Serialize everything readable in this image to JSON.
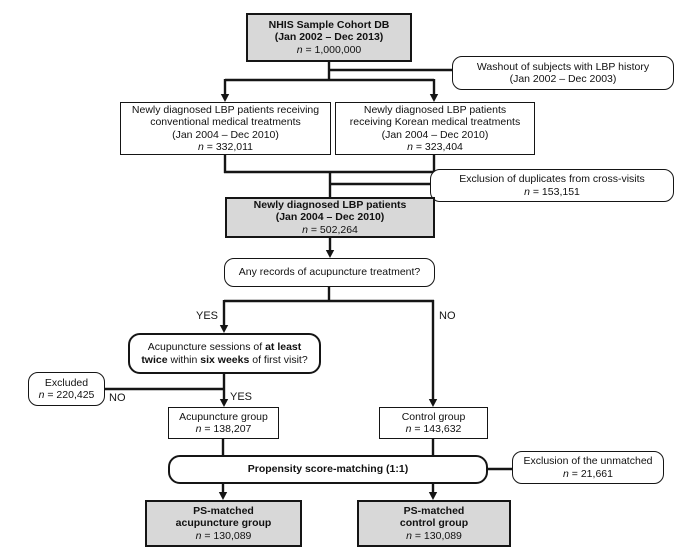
{
  "flow": {
    "n_symbol": "n",
    "labels": {
      "yes_top": "YES",
      "no_top": "NO",
      "yes_mid": "YES",
      "no_mid": "NO"
    },
    "colors": {
      "gray_fill": "#d8d8d8",
      "border": "#151515",
      "line": "#151515"
    },
    "boxes": {
      "nhis": {
        "l1": "NHIS Sample Cohort DB",
        "l2": "(Jan 2002 – Dec 2013)",
        "n": "= 1,000,000"
      },
      "washout": {
        "l1": "Washout of subjects with LBP history",
        "l2": "(Jan 2002 – Dec 2003)"
      },
      "conventional": {
        "l1": "Newly diagnosed LBP patients receiving",
        "l2": "conventional medical treatments",
        "l3": "(Jan 2004 – Dec 2010)",
        "n": "= 332,011"
      },
      "korean": {
        "l1": "Newly diagnosed LBP patients",
        "l2": "receiving Korean medical treatments",
        "l3": "(Jan 2004 – Dec 2010)",
        "n": "= 323,404"
      },
      "duplicates": {
        "l1": "Exclusion of duplicates from cross-visits",
        "n": "= 153,151"
      },
      "newly_lbp": {
        "l1": "Newly diagnosed LBP patients",
        "l2": "(Jan 2004 – Dec 2010)",
        "n": "= 502,264"
      },
      "any_records": {
        "l1": "Any records of acupuncture treatment?"
      },
      "sessions": {
        "a": "Acupuncture sessions of",
        "b": "at least",
        "c": "twice",
        "d": "within",
        "e": "six weeks",
        "f": "of first visit?"
      },
      "excluded": {
        "l1": "Excluded",
        "n": "= 220,425"
      },
      "acu_group": {
        "l1": "Acupuncture group",
        "n": "= 138,207"
      },
      "control_group": {
        "l1": "Control group",
        "n": "= 143,632"
      },
      "ps_matching": {
        "l1": "Propensity score-matching (1:1)"
      },
      "unmatched": {
        "l1": "Exclusion of the unmatched",
        "n": "= 21,661"
      },
      "ps_acu": {
        "l1": "PS-matched",
        "l2": "acupuncture group",
        "n": "= 130,089"
      },
      "ps_control": {
        "l1": "PS-matched",
        "l2": "control group",
        "n": "= 130,089"
      }
    }
  }
}
